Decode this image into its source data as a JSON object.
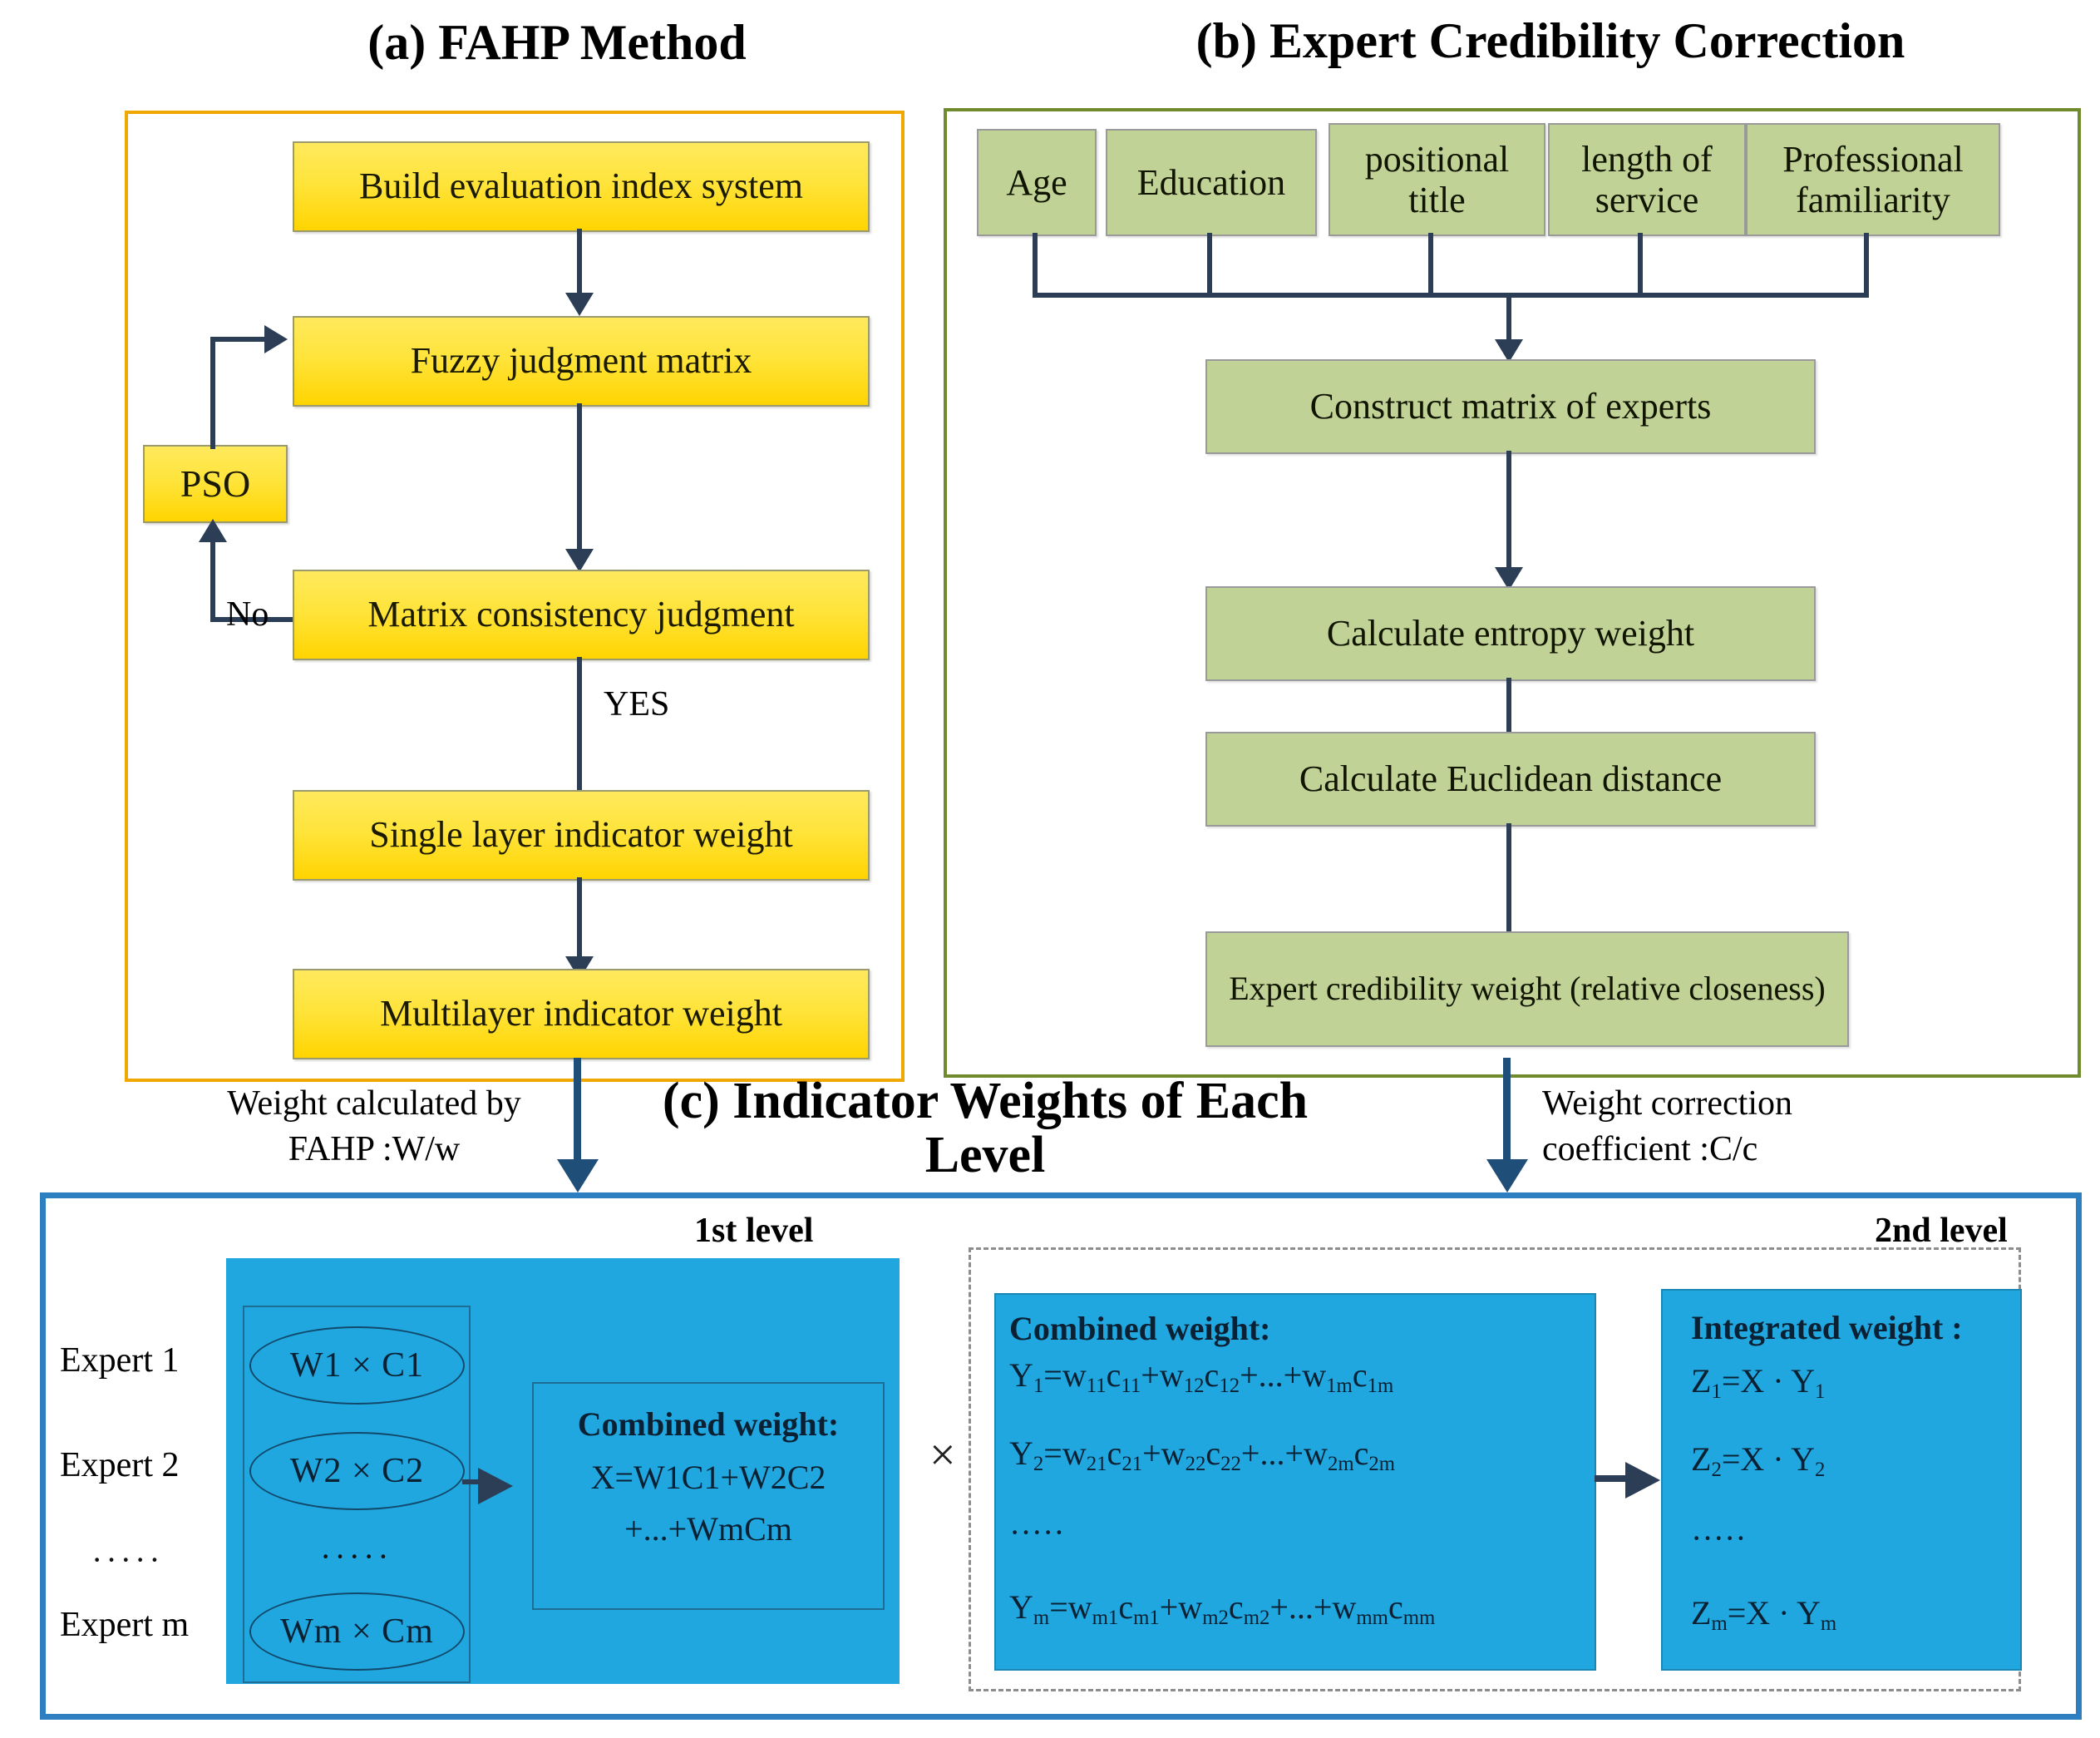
{
  "panels": {
    "a": {
      "title": "(a) FAHP Method",
      "accent": "#f0a800",
      "boxes": [
        {
          "label": "Build evaluation index system"
        },
        {
          "label": "Fuzzy judgment matrix"
        },
        {
          "label": "PSO"
        },
        {
          "label": "Matrix consistency judgment"
        },
        {
          "label": "Single layer indicator weight"
        },
        {
          "label": "Multilayer indicator weight"
        }
      ],
      "edge_labels": {
        "no": "No",
        "yes": "YES"
      }
    },
    "b": {
      "title": "(b) Expert Credibility Correction",
      "accent": "#6f8b2e",
      "criteria": [
        {
          "label": "Age"
        },
        {
          "label": "Education"
        },
        {
          "label": "positional title"
        },
        {
          "label": "length of service"
        },
        {
          "label": "Professional familiarity"
        }
      ],
      "steps": [
        {
          "label": "Construct  matrix of experts"
        },
        {
          "label": "Calculate entropy weight"
        },
        {
          "label": "Calculate Euclidean distance"
        },
        {
          "label": "Expert credibility weight (relative closeness)"
        }
      ]
    },
    "c": {
      "title": "(c) Indicator Weights of Each Level",
      "accent": "#2e7fc1",
      "level1_label": "1st level",
      "level2_label": "2nd level",
      "experts": [
        {
          "name": "Expert 1",
          "product": "W1 ×  C1"
        },
        {
          "name": "Expert 2",
          "product": "W2 ×  C2"
        },
        {
          "name": "·····",
          "product": "·····"
        },
        {
          "name": "Expert m",
          "product": "Wm ×  Cm"
        }
      ],
      "combined_weight_1": {
        "heading": "Combined weight:",
        "lines": [
          "X=W1C1+W2C2",
          "+...+WmCm"
        ]
      },
      "multiply_symbol": "×",
      "combined_weight_2": {
        "heading": "Combined weight:",
        "lines": [
          "Y1=w11c11+w12c12+...+w1mc1m",
          "Y2=w21c21+w22c22+...+w2mc2m",
          "·····",
          "Ym=wm1cm1+wm2cm2+...+wmmcmm"
        ]
      },
      "integrated_weight": {
        "heading": "Integrated weight :",
        "lines": [
          "Z1=X · Y1",
          "Z2=X · Y2",
          "·····",
          "Zm=X · Ym"
        ]
      }
    }
  },
  "connectors": {
    "left": {
      "line1": "Weight calculated by",
      "line2": "FAHP :W/w"
    },
    "right": {
      "line1": "Weight correction",
      "line2": "coefficient :C/c"
    }
  }
}
